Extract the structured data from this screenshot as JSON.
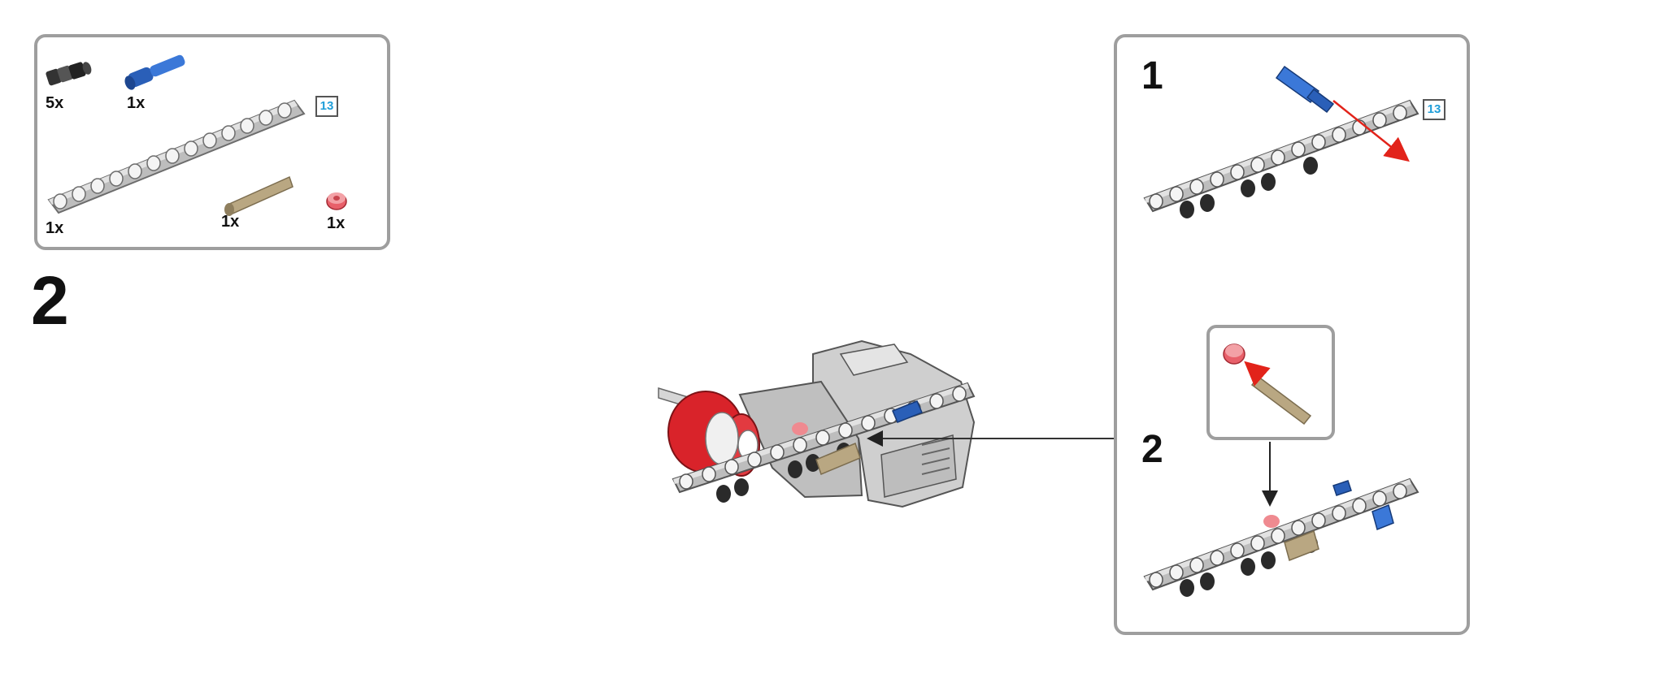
{
  "step": {
    "number": "2"
  },
  "parts_list": {
    "items": [
      {
        "part": "black-friction-pin",
        "quantity": "5x",
        "color": "#222222"
      },
      {
        "part": "blue-axle-pin",
        "quantity": "1x",
        "color": "#2a5fb8"
      },
      {
        "part": "gray-beam",
        "quantity": "1x",
        "color": "#c8c8c8",
        "length_badge": "13"
      },
      {
        "part": "tan-axle",
        "quantity": "1x",
        "color": "#b9a782"
      },
      {
        "part": "red-bush",
        "quantity": "1x",
        "color": "#e8606a"
      }
    ]
  },
  "sub_steps": [
    {
      "number": "1",
      "length_badge": "13"
    },
    {
      "number": "2"
    }
  ],
  "colors": {
    "frame": "#9e9e9e",
    "badge_text": "#1f9ed9",
    "arrow": "#e2231a",
    "beam": "#c8c8c8",
    "motor_red": "#d9232a"
  }
}
